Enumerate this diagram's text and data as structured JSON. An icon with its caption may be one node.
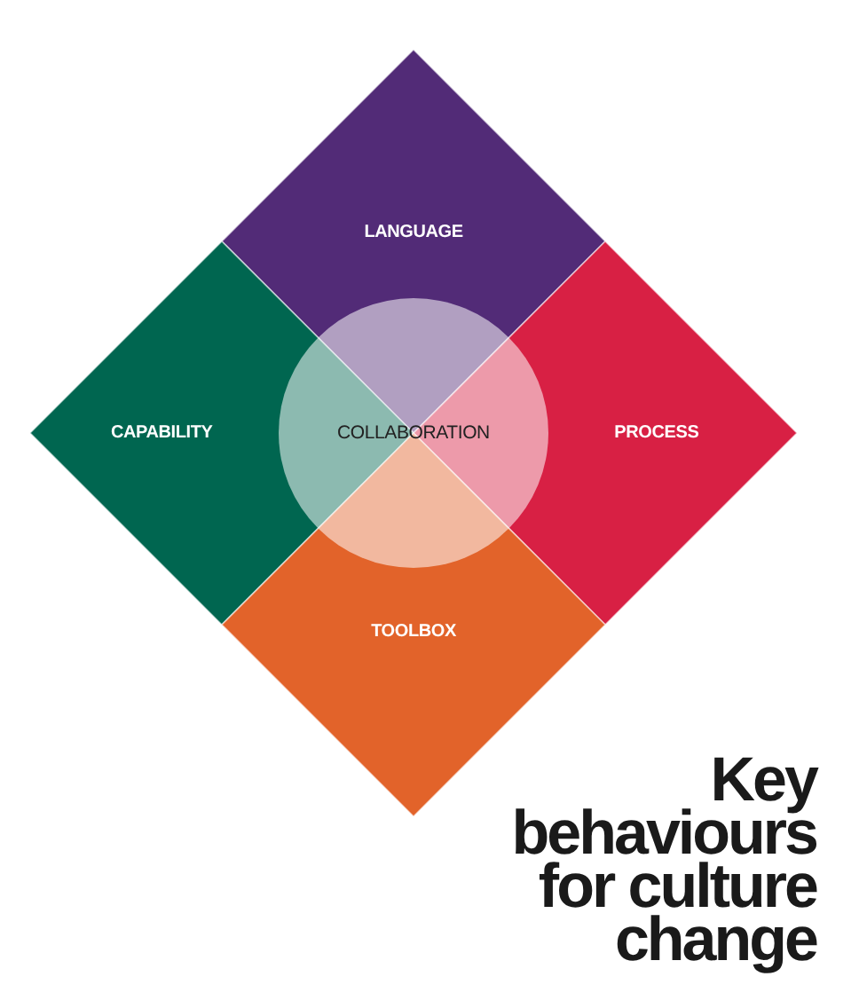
{
  "diagram": {
    "title": "Key behaviours for culture change",
    "nodes": [
      {
        "text": [
          "LANGUAGE"
        ]
      },
      {
        "text": [
          "CAPABILITY"
        ]
      },
      {
        "text": [
          "COLLABORATION"
        ]
      },
      {
        "text": [
          "PROCESS"
        ]
      },
      {
        "text": [
          "TOOLBOX"
        ]
      }
    ]
  }
}
